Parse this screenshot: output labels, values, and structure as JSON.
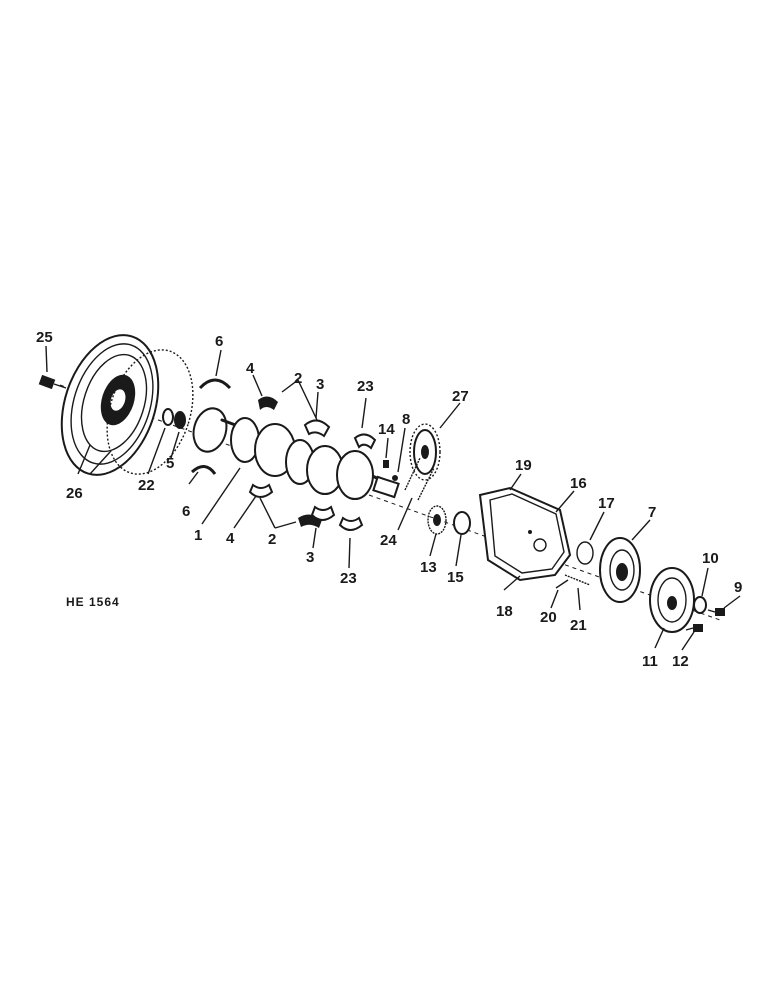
{
  "figure_code": "HE 1564",
  "callouts": [
    "25",
    "26",
    "6",
    "22",
    "5",
    "6",
    "1",
    "4",
    "2",
    "3",
    "4",
    "2",
    "3",
    "23",
    "23",
    "14",
    "8",
    "27",
    "24",
    "13",
    "15",
    "19",
    "16",
    "18",
    "17",
    "20",
    "21",
    "7",
    "10",
    "9",
    "11",
    "12"
  ]
}
